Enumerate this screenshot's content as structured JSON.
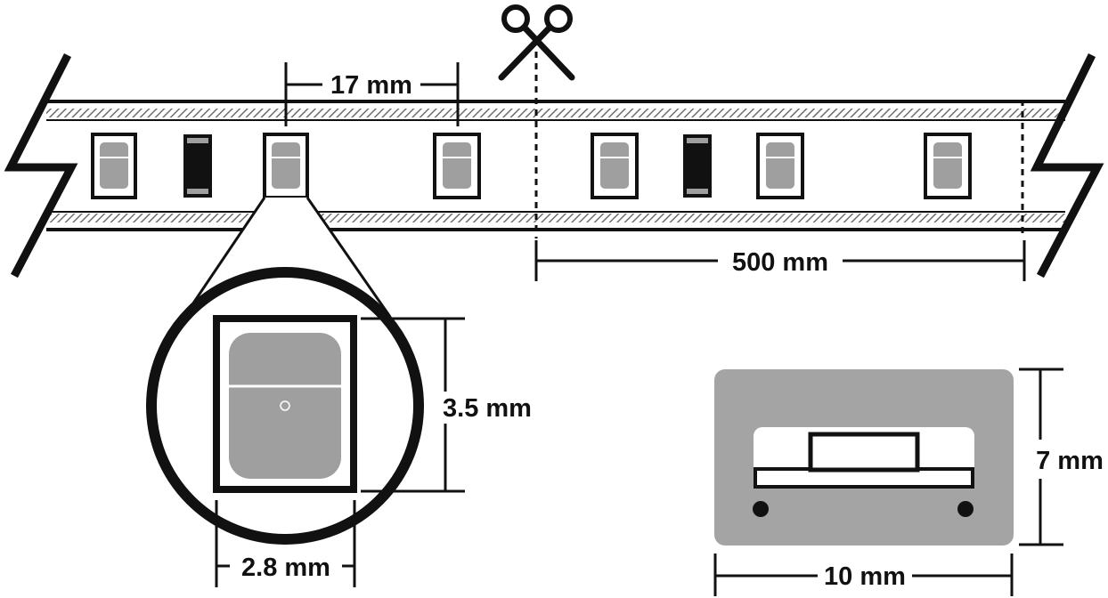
{
  "dimensions": {
    "led_pitch": "17 mm",
    "cut_length": "500 mm",
    "led_height": "3.5 mm",
    "led_width": "2.8 mm",
    "profile_height": "7 mm",
    "profile_width": "10 mm"
  },
  "colors": {
    "ink": "#111111",
    "led_gray": "#a09f9f",
    "profile_gray": "#a5a4a4",
    "stripe": "#8a8a8a"
  },
  "icons": {
    "cut_mark": "scissors-icon"
  }
}
